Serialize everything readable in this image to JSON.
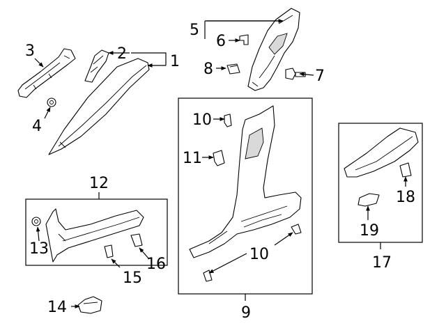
{
  "callouts": {
    "c1": "1",
    "c2": "2",
    "c3": "3",
    "c4": "4",
    "c5": "5",
    "c6": "6",
    "c7": "7",
    "c8": "8",
    "c9": "9",
    "c10a": "10",
    "c10b": "10",
    "c11": "11",
    "c12": "12",
    "c13": "13",
    "c14": "14",
    "c15": "15",
    "c16": "16",
    "c17": "17",
    "c18": "18",
    "c19": "19"
  }
}
